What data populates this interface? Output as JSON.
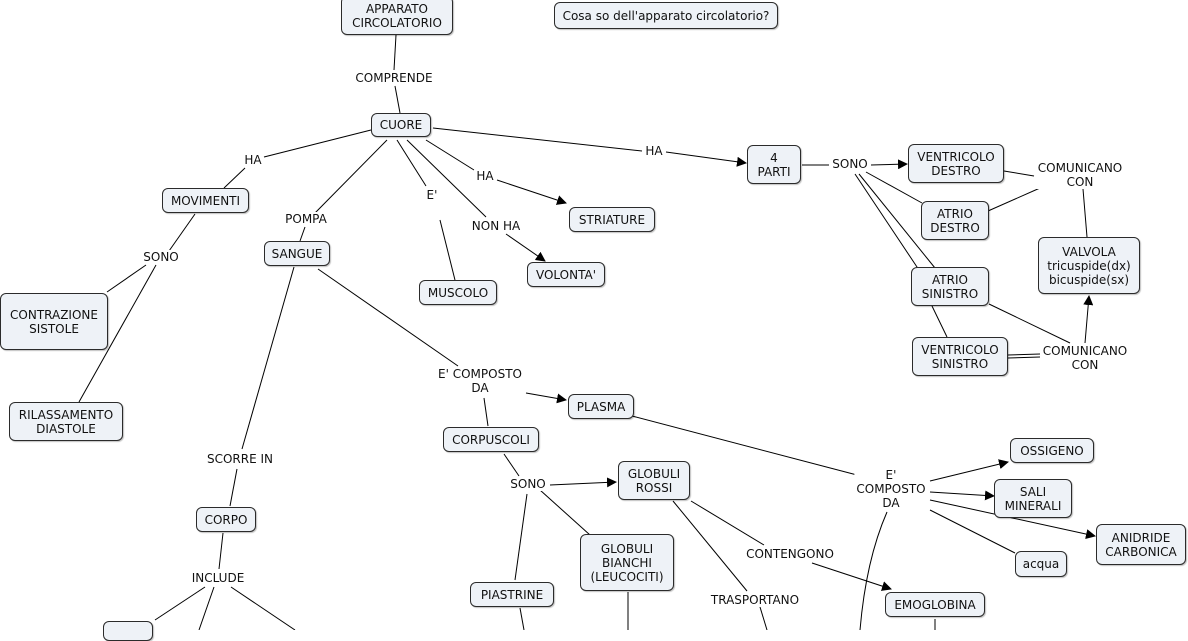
{
  "nodes": {
    "apparato": "APPARATO\nCIRCOLATORIO",
    "question": "Cosa so dell'apparato circolatorio?",
    "cuore": "CUORE",
    "movimenti": "MOVIMENTI",
    "contrazione": "CONTRAZIONE\nSISTOLE",
    "rilassamento": "RILASSAMENTO\nDIASTOLE",
    "sangue": "SANGUE",
    "corpo": "CORPO",
    "muscolo": "MUSCOLO",
    "striature": "STRIATURE",
    "volonta": "VOLONTA'",
    "parti4": "4\nPARTI",
    "ventricolo_destro": "VENTRICOLO\nDESTRO",
    "atrio_destro": "ATRIO\nDESTRO",
    "atrio_sinistro": "ATRIO\nSINISTRO",
    "ventricolo_sinistro": "VENTRICOLO\nSINISTRO",
    "valvola": "VALVOLA\ntricuspide(dx)\nbicuspide(sx)",
    "plasma": "PLASMA",
    "corpuscoli": "CORPUSCOLI",
    "globuli_rossi": "GLOBULI\nROSSI",
    "globuli_bianchi": "GLOBULI\nBIANCHI\n(LEUCOCITI)",
    "piastrine": "PIASTRINE",
    "emoglobina": "EMOGLOBINA",
    "ossigeno": "OSSIGENO",
    "sali": "SALI\nMINERALI",
    "anidride": "ANIDRIDE\nCARBONICA",
    "acqua": "acqua"
  },
  "links": {
    "comprende": "COMPRENDE",
    "ha_movimenti": "HA",
    "sono_movimenti": "SONO",
    "pompa": "POMPA",
    "e_muscolo": "E'",
    "ha_striature": "HA",
    "non_ha": "NON HA",
    "ha_parti": "HA",
    "sono_parti": "SONO",
    "comunicano_top": "COMUNICANO\nCON",
    "comunicano_bottom": "COMUNICANO\nCON",
    "scorre_in": "SCORRE IN",
    "include": "INCLUDE",
    "composto_sangue": "E' COMPOSTO\nDA",
    "sono_corpuscoli": "SONO",
    "contengono": "CONTENGONO",
    "trasportano": "TRASPORTANO",
    "composto_plasma": "E'\nCOMPOSTO\nDA"
  }
}
